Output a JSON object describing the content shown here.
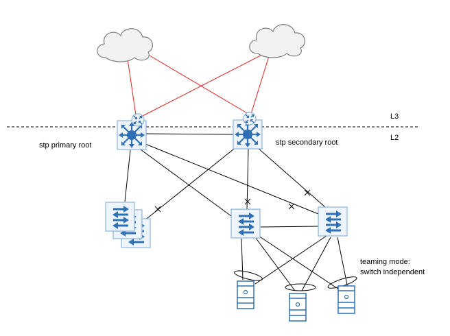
{
  "labels": {
    "l3": "L3",
    "l2": "L2",
    "primary_root": "stp primary root",
    "secondary_root": "stp secondary root",
    "teaming_line1": "teaming mode:",
    "teaming_line2": "switch independent"
  },
  "colors": {
    "switch_fill": "#2f6fb5",
    "switch_border": "#8fb4d8",
    "switch_bg": "#eef4fb",
    "wan_link": "#e02020",
    "lan_link": "#000000",
    "cloud_fill": "#f2f2f2",
    "cloud_stroke": "#7f7f7f"
  },
  "icons": {
    "clouds": "cloud-icon",
    "core": "multilayer-switch-icon",
    "router_badge": "router-icon",
    "access": "layer2-switch-icon",
    "server": "server-icon"
  }
}
